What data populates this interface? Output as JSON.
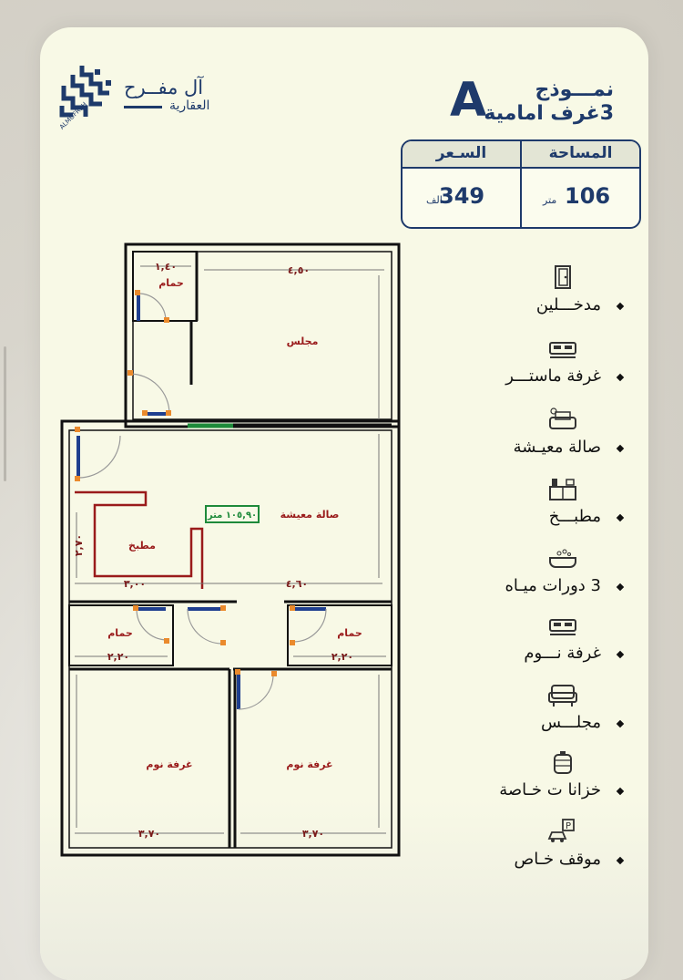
{
  "brand": {
    "name": "آل مفــرح",
    "subtitle": "العقارية",
    "logo_caption": "ALMOFREH"
  },
  "model": {
    "title": "نمـــوذج",
    "letter": "A",
    "subtitle": "3غرف امامية"
  },
  "info": {
    "area_label": "المساحة",
    "area_value": "106",
    "area_unit": "متر",
    "price_label": "السـعر",
    "price_value": "349",
    "price_unit": "الف"
  },
  "plan": {
    "rooms": {
      "bath1": "حمام",
      "majlis": "مجلس",
      "living": "صالة معيشة",
      "kitchen": "مطبخ",
      "bath2": "حمام",
      "bath3": "حمام",
      "bed1": "غرفة نوم",
      "bed2": "غرفة نوم"
    },
    "area_tag": "١٠٥,٩٠ متر",
    "dims": {
      "bath1_w": "١,٤٠",
      "majlis_w": "٤,٥٠",
      "kitchen_w": "٣,٠٠",
      "living_w": "٤,٦٠",
      "bath_w_left": "٢,٢٠",
      "bath_w_right": "٢,٢٠",
      "bed_w_left": "٣,٧٠",
      "bed_w_right": "٣,٧٠",
      "kitchen_h": "٢,٧٠"
    },
    "colors": {
      "wall": "#111111",
      "blue": "#1f3f8f",
      "orange": "#ea8a2c",
      "red": "#9a1b1b",
      "green": "#1e8a3a"
    }
  },
  "features": [
    {
      "icon": "door-icon",
      "label": "مدخـــلين"
    },
    {
      "icon": "bed-icon",
      "label": "غرفة ماستـــر"
    },
    {
      "icon": "sofa-icon",
      "label": "صالة معيـشة"
    },
    {
      "icon": "kitchen-icon",
      "label": "مطبـــخ"
    },
    {
      "icon": "bathtub-icon",
      "label": "3 دورات ميـاه"
    },
    {
      "icon": "bed-icon",
      "label": "غرفة نـــوم"
    },
    {
      "icon": "armchair-icon",
      "label": "مجلـــس"
    },
    {
      "icon": "water-tank-icon",
      "label": "خزانا ت خـاصة"
    },
    {
      "icon": "parking-icon",
      "label": "موقف خـاص"
    }
  ],
  "colors": {
    "navy": "#1e3a6b",
    "card": "#f8f9e6"
  }
}
